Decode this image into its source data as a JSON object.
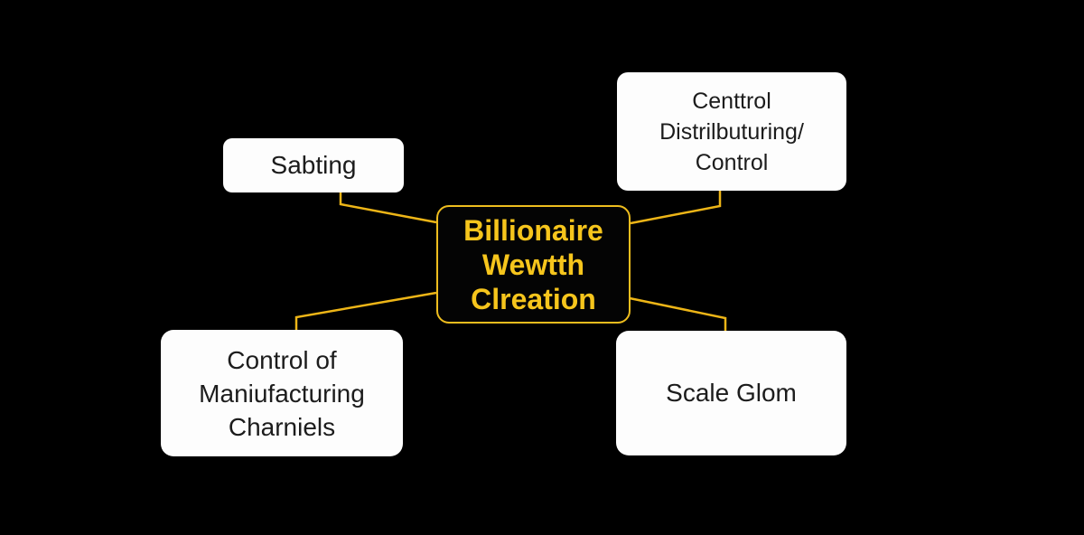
{
  "colors": {
    "background": "#000000",
    "accent": "#edb517",
    "central_border": "#eebd1e",
    "central_text": "#f6c51c",
    "node_bg": "#fdfdfd",
    "node_text": "#1c1c1c"
  },
  "diagram": {
    "central": {
      "label": "Billionaire\nWewtth\nClreation"
    },
    "nodes": {
      "top_left": {
        "label": "Sabting"
      },
      "top_right": {
        "label": "Centtrol\nDistrilbuturing/\nControl"
      },
      "bottom_left": {
        "label": "Control of\nManiufacturing\nCharniels"
      },
      "bottom_right": {
        "label": "Scale Glom"
      }
    }
  }
}
